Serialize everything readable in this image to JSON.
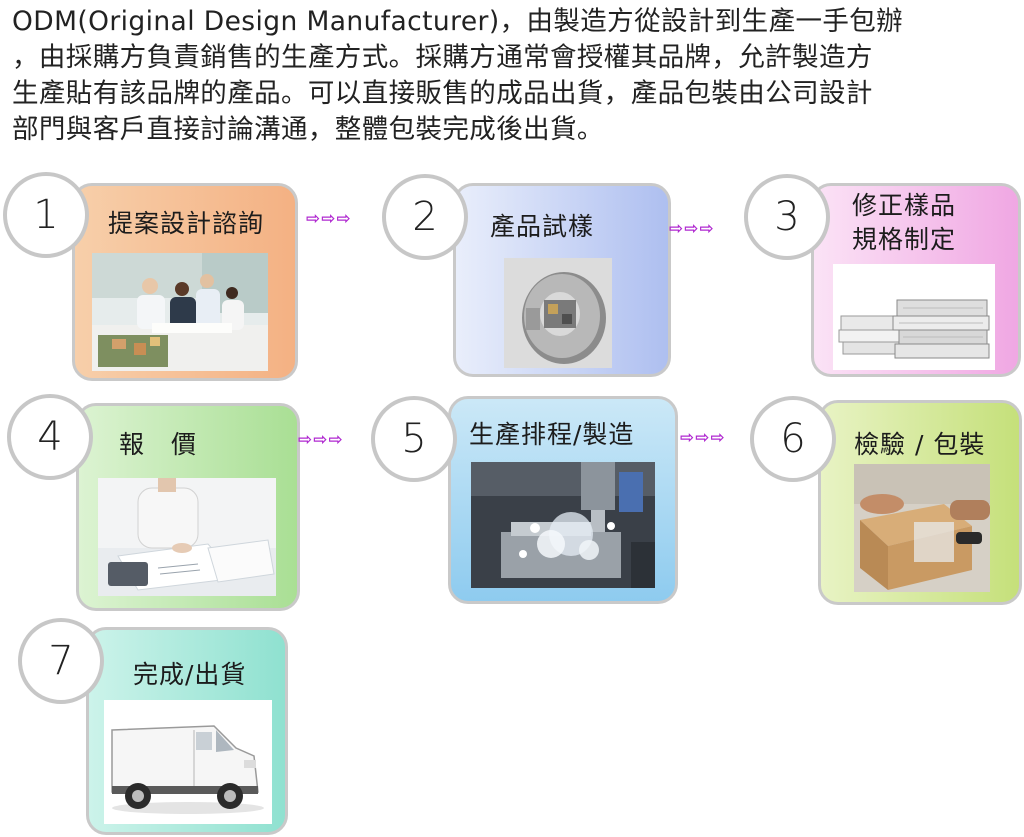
{
  "intro": {
    "lines": [
      "ODM(Original Design Manufacturer)，由製造方從設計到生產一手包辦",
      "，由採購方負責銷售的生產方式。採購方通常會授權其品牌，允許製造方",
      "生產貼有該品牌的產品。可以直接販售的成品出貨，產品包裝由公司設計",
      "部門與客戶直接討論溝通，整體包裝完成後出貨。"
    ]
  },
  "steps": [
    {
      "number": "1",
      "label": "提案設計諮詢",
      "color": "#f4b183",
      "image": "business-meeting"
    },
    {
      "number": "2",
      "label": "產品試樣",
      "color": "#aebff0",
      "image": "machined-metal-part"
    },
    {
      "number": "3",
      "label_lines": [
        "修正樣品",
        "規格制定"
      ],
      "color": "#f0a7e3",
      "image": "document-stacks"
    },
    {
      "number": "4",
      "label": "報　價",
      "color": "#a9df94",
      "image": "person-with-papers"
    },
    {
      "number": "5",
      "label": "生產排程/製造",
      "color": "#8ecbef",
      "image": "cnc-machining"
    },
    {
      "number": "6",
      "label": "檢驗 / 包裝",
      "color": "#c5e07a",
      "image": "box-scanning"
    },
    {
      "number": "7",
      "label": "完成/出貨",
      "color": "#8fe1d0",
      "image": "white-van"
    }
  ],
  "arrow": "⇨⇨⇨",
  "arrow_icon": "double-arrow-right",
  "accent": "#b02ad0"
}
